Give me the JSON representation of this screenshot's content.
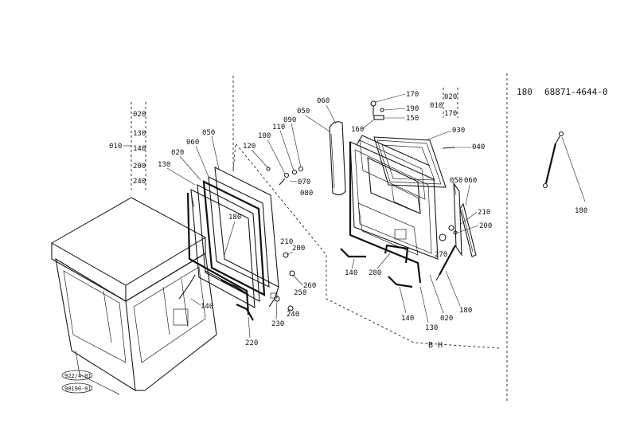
{
  "header": {
    "ref_number": "180",
    "part_number": "68871-4644-0"
  },
  "labels": {
    "l010_left": "010",
    "l020_top": "020",
    "l130_left": "130",
    "l140_left": "140",
    "l200_left": "200",
    "l240_left": "240",
    "l010_right": "010",
    "l020_right": "020",
    "l170_right": "170",
    "l130_frame": "130",
    "l020_frame": "020",
    "l060_frame": "060",
    "l050_frame": "050",
    "l180_frame": "180",
    "l120": "120",
    "l100": "100",
    "l110": "110",
    "l090": "090",
    "l070": "070",
    "l080": "080",
    "l050_rear": "050",
    "l060_rear": "060",
    "l170": "170",
    "l190": "190",
    "l150": "150",
    "l160": "160",
    "l030": "030",
    "l040": "040",
    "l210_mid": "210",
    "l200_mid": "200",
    "l260": "260",
    "l250": "250",
    "l240_mid": "240",
    "l230": "230",
    "l220": "220",
    "l140_frame": "140",
    "l140_rear_a": "140",
    "l280": "280",
    "l140_rear_b": "140",
    "l130_rear": "130",
    "l020_rear": "020",
    "l050_side": "050",
    "l060_side": "060",
    "l210_side": "210",
    "l200_side": "200",
    "l270": "270",
    "l180_rear": "180",
    "l180_strut": "180",
    "bh_label": "B H",
    "stamp1": "922/4-01",
    "stamp2": "90190-01"
  }
}
